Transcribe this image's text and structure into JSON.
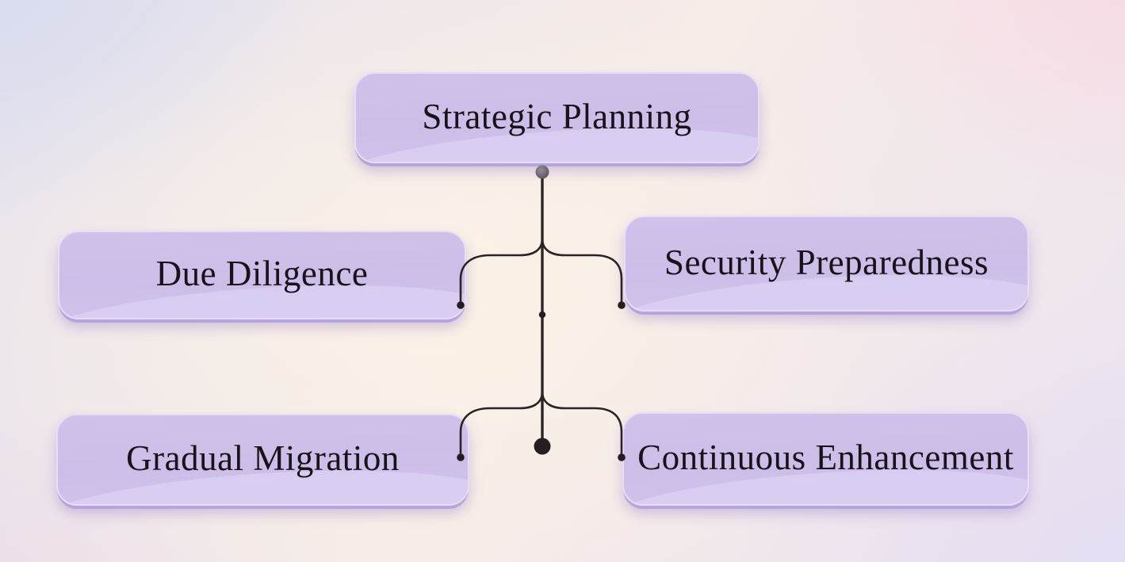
{
  "diagram": {
    "type": "mindmap",
    "nodes": [
      {
        "id": "root",
        "label": "Strategic Planning",
        "role": "central-topic"
      },
      {
        "id": "due-diligence",
        "label": "Due Diligence",
        "role": "branch",
        "side": "left"
      },
      {
        "id": "security-preparedness",
        "label": "Security Preparedness",
        "role": "branch",
        "side": "right"
      },
      {
        "id": "gradual-migration",
        "label": "Gradual Migration",
        "role": "branch",
        "side": "left"
      },
      {
        "id": "continuous-enhancement",
        "label": "Continuous Enhancement",
        "role": "branch",
        "side": "right"
      }
    ],
    "colors": {
      "node_fill": "#cfc1ea",
      "node_wave_highlight": "#ddd2f4",
      "node_border": "#e6def7",
      "node_shadow": "#b7a4df",
      "node_text": "#18131b",
      "connector_line": "#2b2327",
      "connector_end_dot": "#241e21",
      "root_junction_dot": "#6e6874",
      "bg_top_left": "#d4daee",
      "bg_top_right": "#f9d9e3",
      "bg_center": "#fbf2e6",
      "bg_bottom_left": "#ecdcea",
      "bg_bottom_right": "#e3dbf2"
    }
  }
}
